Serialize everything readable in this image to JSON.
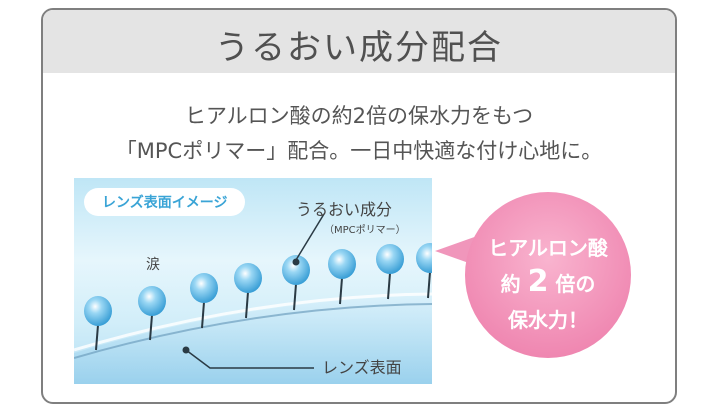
{
  "title": "うるおい成分配合",
  "description": {
    "line1": "ヒアルロン酸の約2倍の保水力をもつ",
    "line2": "「MPCポリマー」配合。一日中快適な付け心地に。"
  },
  "diagram": {
    "tag": "レンズ表面イメージ",
    "moisture_label": "うるおい成分",
    "moisture_sub": "（MPCポリマー）",
    "tear_label": "涙",
    "surface_label": "レンズ表面",
    "colors": {
      "bead": "#5cb8e6",
      "stalk": "#2a3a44",
      "water": "#bfe6f6"
    }
  },
  "badge": {
    "line1": "ヒアルロン酸",
    "line2_pre": "約",
    "line2_num": "2",
    "line2_post": "倍",
    "line2_suffix": "の",
    "line3": "保水力！",
    "color": "#f08ab3"
  }
}
